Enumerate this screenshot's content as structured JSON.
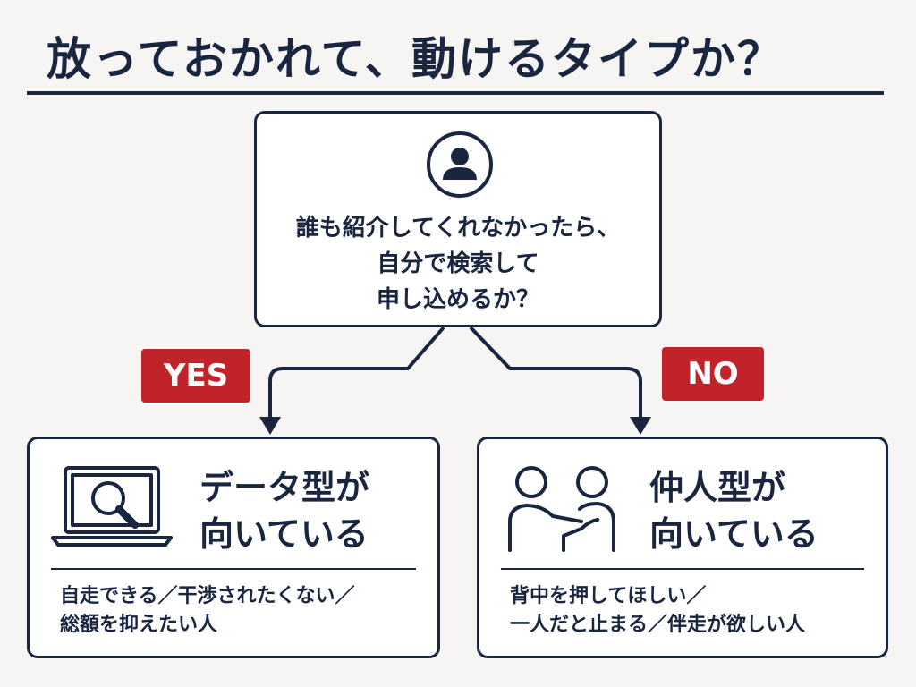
{
  "title": "放っておかれて、動けるタイプか？",
  "question": {
    "line1": "誰も紹介してくれなかったら、",
    "line2": "自分で検索して",
    "line3": "申し込めるか？",
    "icon": "person-icon"
  },
  "branches": {
    "yes_label": "YES",
    "no_label": "NO"
  },
  "results": {
    "left": {
      "title_line1": "データ型が",
      "title_line2": "向いている",
      "desc_line1": "自走できる／干渉されたくない／",
      "desc_line2": "総額を抑えたい人",
      "icon": "laptop-search-icon"
    },
    "right": {
      "title_line1": "仲人型が",
      "title_line2": "向いている",
      "desc_line1": "背中を押してほしい／",
      "desc_line2": "一人だと止まる／伴走が欲しい人",
      "icon": "two-people-support-icon"
    }
  },
  "colors": {
    "navy": "#1a2540",
    "badge_red": "#c0232a",
    "background": "#f6f5f3"
  }
}
